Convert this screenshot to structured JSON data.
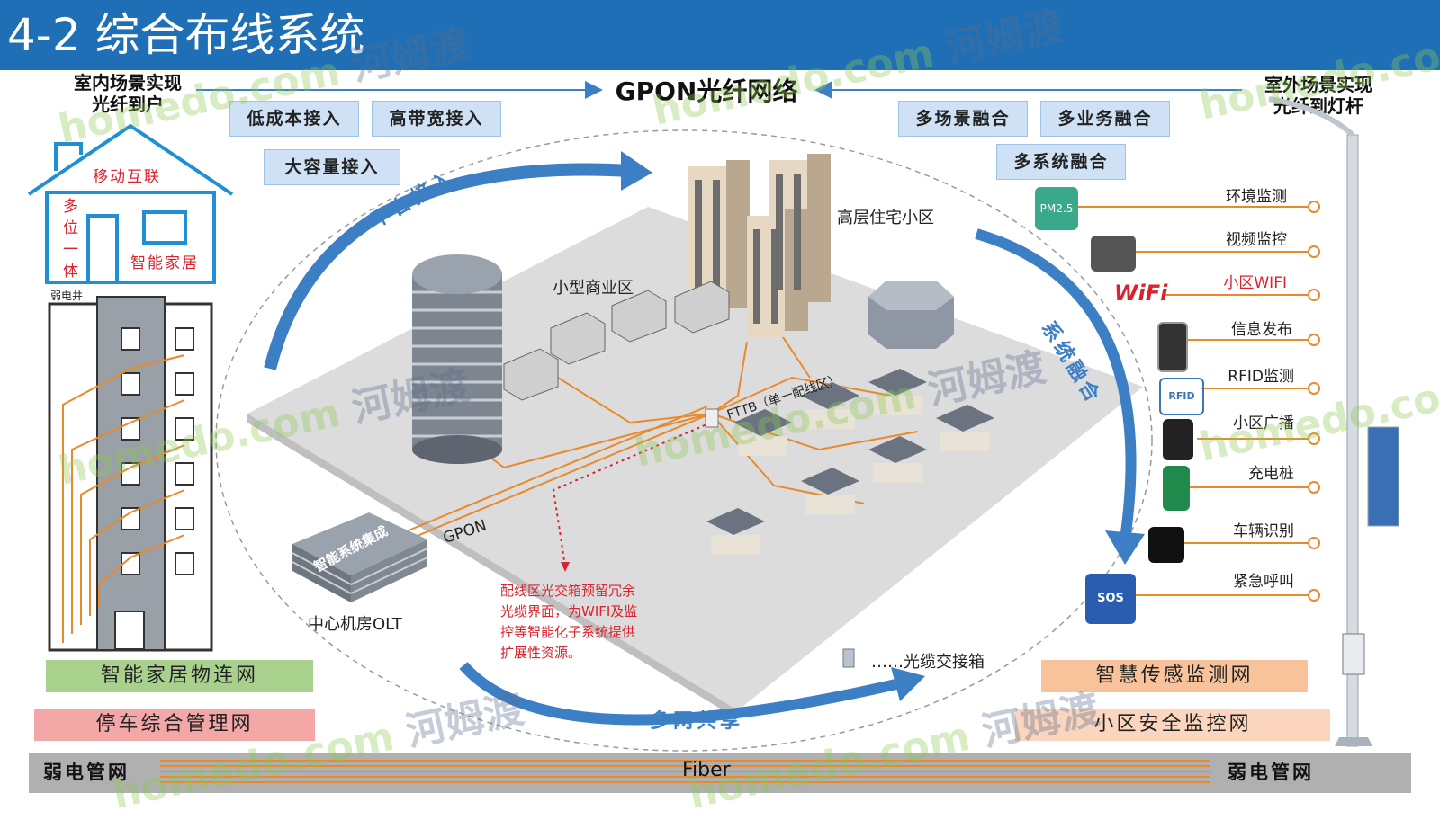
{
  "title": "4-2 综合布线系统",
  "header": {
    "indoor": [
      "室内场景实现",
      "光纤到户"
    ],
    "center": "GPON光纤网络",
    "outdoor": [
      "室外场景实现",
      "光纤到灯杆"
    ]
  },
  "pills_left": [
    "低成本接入",
    "高带宽接入",
    "大容量接入"
  ],
  "pills_right": [
    "多场景融合",
    "多业务融合",
    "多系统融合"
  ],
  "house": {
    "roof_text": "移动互联",
    "wall_text": [
      "多",
      "位",
      "一",
      "体"
    ],
    "smart_text": "智能家居",
    "shaft": "弱电井"
  },
  "curve_labels": {
    "platform": "平台接入",
    "system": "系统融合",
    "network": "多网共享"
  },
  "scene": {
    "high_rise": "高层住宅小区",
    "commercial": "小型商业区",
    "fttb": "FTTB（单一配线区）",
    "gpon": "GPON",
    "integration": "智能系统集成",
    "olt": "中心机房OLT",
    "note": [
      "配线区光交箱预留冗余",
      "光缆界面，为WIFI及监",
      "控等智能化子系统提供",
      "扩展性资源。"
    ],
    "cable_box": "……光缆交接箱"
  },
  "services": [
    {
      "label": "环境监测",
      "icon": "pm25-icon",
      "color": "#3aa88a"
    },
    {
      "label": "视频监控",
      "icon": "camera-icon",
      "color": "#555555"
    },
    {
      "label": "小区WIFI",
      "icon": "wifi-icon",
      "color": "#d9232d"
    },
    {
      "label": "信息发布",
      "icon": "phone-icon",
      "color": "#333333"
    },
    {
      "label": "RFID监测",
      "icon": "rfid-icon",
      "color": "#3a76b8"
    },
    {
      "label": "小区广播",
      "icon": "speaker-icon",
      "color": "#222222"
    },
    {
      "label": "充电桩",
      "icon": "charger-icon",
      "color": "#1f8a4c"
    },
    {
      "label": "车辆识别",
      "icon": "plate-icon",
      "color": "#111111"
    },
    {
      "label": "紧急呼叫",
      "icon": "sos-icon",
      "color": "#2a5db0"
    }
  ],
  "bands": {
    "smart_home": "智能家居物连网",
    "parking": "停车综合管理网",
    "sensing": "智慧传感监测网",
    "security": "小区安全监控网"
  },
  "bottom": {
    "left": "弱电管网",
    "center": "Fiber",
    "right": "弱电管网"
  },
  "watermark": [
    "homedo.com",
    "河姆渡"
  ],
  "colors": {
    "title_bar": "#1f6fb6",
    "pill": "#cfe2f5",
    "fiber": "#e8892b",
    "arrow": "#3c7fc4",
    "red": "#d9232d",
    "green_band": "#a9d18e",
    "pink_band": "#f4a7a7",
    "orange_band": "#f8c39b",
    "peach_band": "#fbd5bd"
  }
}
